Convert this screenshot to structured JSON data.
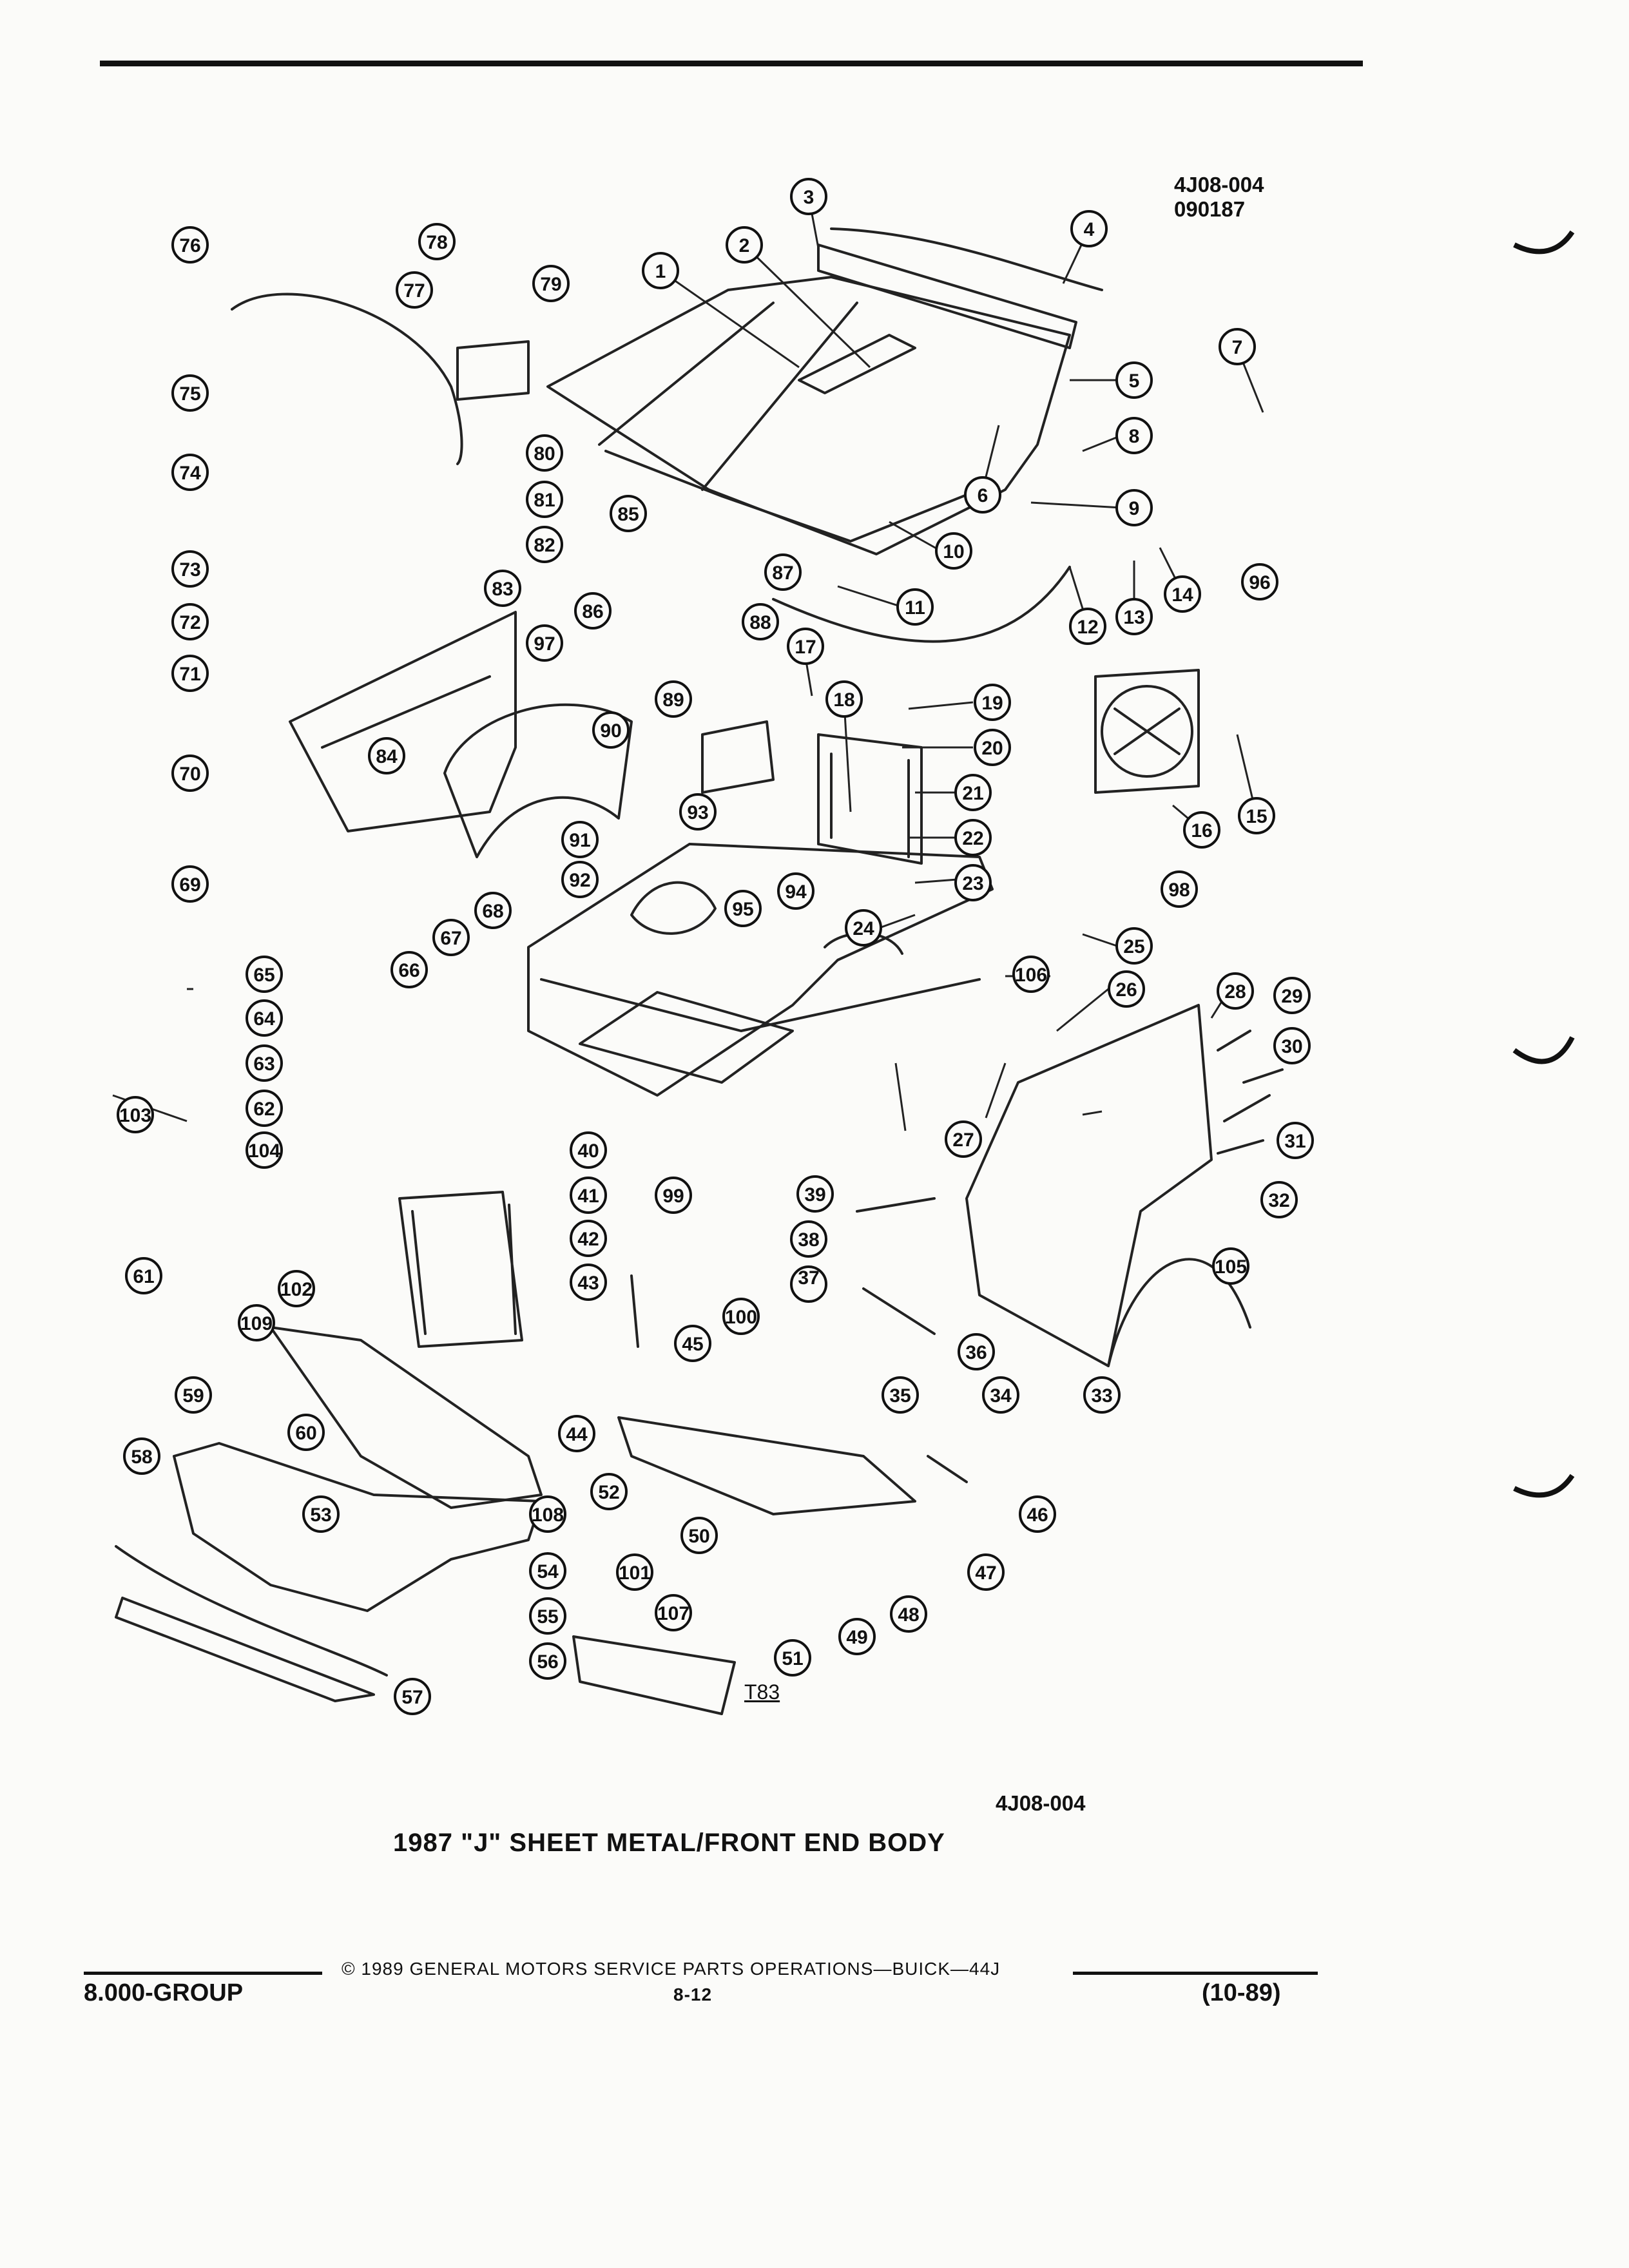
{
  "header": {
    "code_line1": "4J08-004",
    "code_line2": "090187"
  },
  "diagram": {
    "bottom_code": "4J08-004",
    "title": "1987 \"J\" SHEET METAL/FRONT END BODY",
    "subtag": "T83",
    "callouts": [
      "1",
      "2",
      "3",
      "4",
      "5",
      "6",
      "7",
      "8",
      "9",
      "10",
      "11",
      "12",
      "13",
      "14",
      "15",
      "16",
      "17",
      "18",
      "19",
      "20",
      "21",
      "22",
      "23",
      "24",
      "25",
      "26",
      "27",
      "28",
      "29",
      "30",
      "31",
      "32",
      "33",
      "34",
      "35",
      "36",
      "37",
      "38",
      "39",
      "40",
      "41",
      "42",
      "43",
      "44",
      "45",
      "46",
      "47",
      "48",
      "49",
      "50",
      "51",
      "52",
      "53",
      "54",
      "55",
      "56",
      "57",
      "58",
      "59",
      "60",
      "61",
      "62",
      "63",
      "64",
      "65",
      "66",
      "67",
      "68",
      "69",
      "70",
      "71",
      "72",
      "73",
      "74",
      "75",
      "76",
      "77",
      "78",
      "79",
      "80",
      "81",
      "82",
      "83",
      "84",
      "85",
      "86",
      "87",
      "88",
      "89",
      "90",
      "91",
      "92",
      "93",
      "94",
      "95",
      "96",
      "97",
      "98",
      "99",
      "100",
      "101",
      "102",
      "103",
      "104",
      "105",
      "106",
      "107",
      "108",
      "109"
    ]
  },
  "footer": {
    "group": "8.000-GROUP",
    "copyright": "© 1989 GENERAL MOTORS SERVICE PARTS OPERATIONS—BUICK—44J",
    "page": "8-12",
    "date": "(10-89)"
  }
}
